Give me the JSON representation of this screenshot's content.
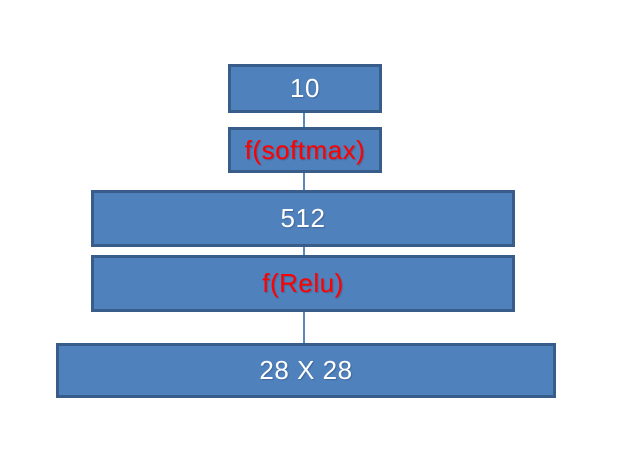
{
  "diagram": {
    "type": "neural-network-architecture",
    "layers": [
      {
        "label": "10",
        "role": "output-layer",
        "text_color": "#ffffff"
      },
      {
        "label": "f(softmax)",
        "role": "activation-function",
        "text_color": "#ff0000"
      },
      {
        "label": "512",
        "role": "hidden-layer",
        "text_color": "#ffffff"
      },
      {
        "label": "f(Relu)",
        "role": "activation-function",
        "text_color": "#ff0000"
      },
      {
        "label": "28 X 28",
        "role": "input-layer",
        "text_color": "#ffffff"
      }
    ],
    "colors": {
      "box_fill": "#4f81bd",
      "box_border": "#385d8a",
      "connector": "#5a87bd",
      "background": "#ffffff",
      "label_white": "#ffffff",
      "label_red": "#ff0000"
    }
  }
}
